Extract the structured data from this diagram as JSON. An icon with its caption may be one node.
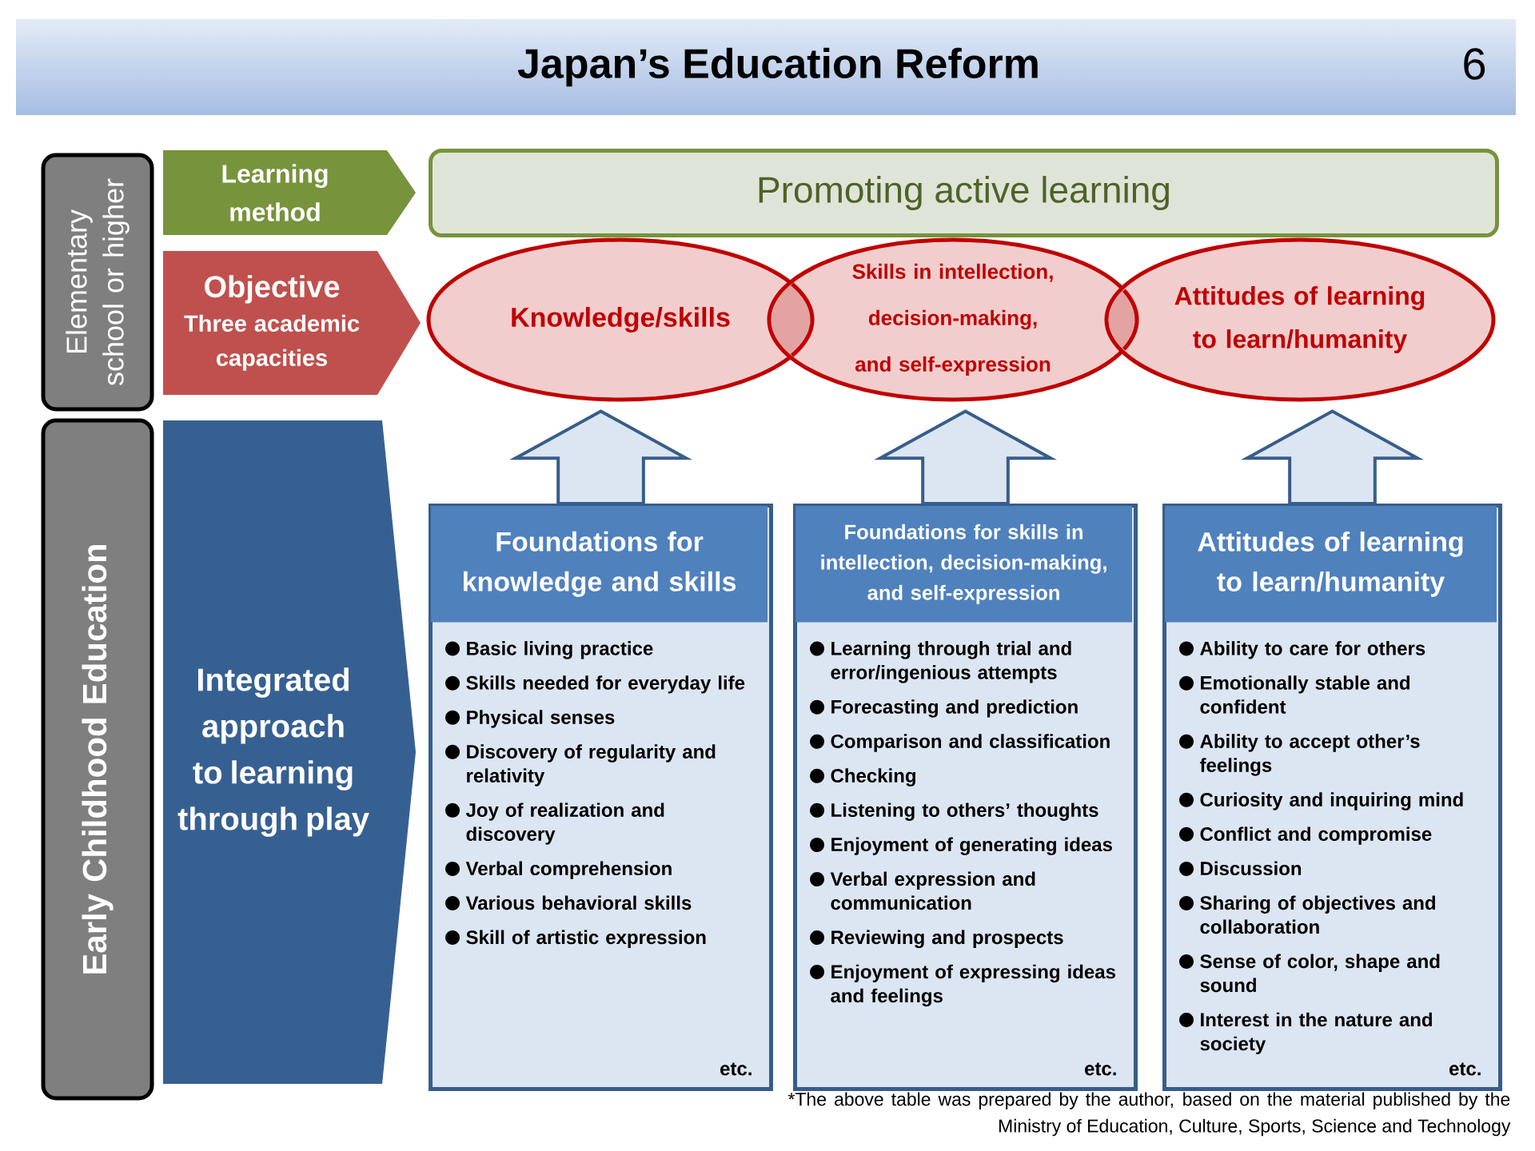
{
  "diagram": {
    "title": "Japan’s Education Reform",
    "nodes": [
      {
        "text": [
          "Elementary school or higher"
        ]
      },
      {
        "text": [
          "Learning method"
        ]
      },
      {
        "text": [
          "Promoting active learning"
        ]
      },
      {
        "text": [
          "Objective",
          "Three academic capacities"
        ]
      },
      {
        "text": [
          "Knowledge/skills"
        ]
      },
      {
        "text": [
          "Skills in intellection, decision-making, and self-expression"
        ]
      },
      {
        "text": [
          "Attitudes of learning to learn/humanity"
        ]
      },
      {
        "text": [
          "Early Childhood Education"
        ]
      },
      {
        "text": [
          "Integrated approach to learning through play"
        ]
      },
      {
        "text": [
          "Foundations for knowledge and skills",
          "Basic living practice",
          "Skills needed for everyday life",
          "Physical senses",
          "Discovery of regularity and relativity",
          "Joy of realization and discovery",
          "Verbal comprehension",
          "Various behavioral skills",
          "Skill of artistic expression",
          "etc."
        ]
      },
      {
        "text": [
          "Foundations for skills in intellection, decision-making, and self-expression",
          "Learning through trial and error/ingenious attempts",
          "Forecasting and prediction",
          "Comparison and classification",
          "Checking",
          "Listening to others’ thoughts",
          "Enjoyment of generating ideas",
          "Verbal expression and communication",
          "Reviewing and prospects",
          "Enjoyment of expressing ideas and feelings",
          "etc."
        ]
      },
      {
        "text": [
          "Attitudes of learning to learn/humanity",
          "Ability to care for others",
          "Emotionally stable and confident",
          "Ability to accept other’s feelings",
          "Curiosity and inquiring mind",
          "Conflict and compromise",
          "Discussion",
          "Sharing of objectives and collaboration",
          "Sense of color, shape and sound",
          "Interest in the nature and society",
          "etc."
        ]
      }
    ],
    "edges": [
      {
        "from": 9,
        "to": 4,
        "arrow": "to"
      },
      {
        "from": 10,
        "to": 5,
        "arrow": "to"
      },
      {
        "from": 11,
        "to": 6,
        "arrow": "to"
      }
    ],
    "labels": [
      "6",
      "*The above table was prepared by the author, based on the material published by the Ministry of Education, Culture, Sports, Science and Technology"
    ]
  }
}
